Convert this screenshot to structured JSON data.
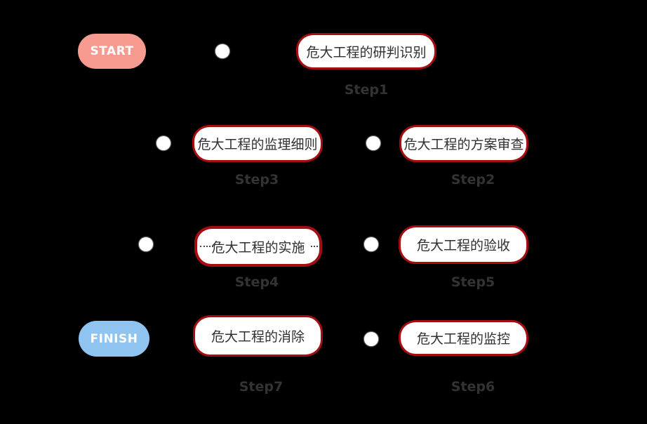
{
  "canvas": {
    "background": "#000000"
  },
  "terminals": {
    "start": {
      "label": "START",
      "fill": "#f79a90",
      "text_color": "#ffffff"
    },
    "finish": {
      "label": "FINISH",
      "fill": "#8fc4f0",
      "text_color": "#ffffff"
    }
  },
  "steps": [
    {
      "caption": "Step1",
      "label": "危大工程的研判识别"
    },
    {
      "caption": "Step2",
      "label": "危大工程的方案审查"
    },
    {
      "caption": "Step3",
      "label": "危大工程的监理细则"
    },
    {
      "caption": "Step4",
      "label": "危大工程的实施"
    },
    {
      "caption": "Step5",
      "label": "危大工程的验收"
    },
    {
      "caption": "Step6",
      "label": "危大工程的监控"
    },
    {
      "caption": "Step7",
      "label": "危大工程的消除"
    }
  ],
  "style": {
    "node_border": "#a50d10",
    "node_fill": "#ffffff",
    "node_text": "#303030",
    "caption_color": "#333333",
    "connector_dot_fill": "#ffffff"
  },
  "icons": {
    "connector_dot": "white-circle"
  }
}
